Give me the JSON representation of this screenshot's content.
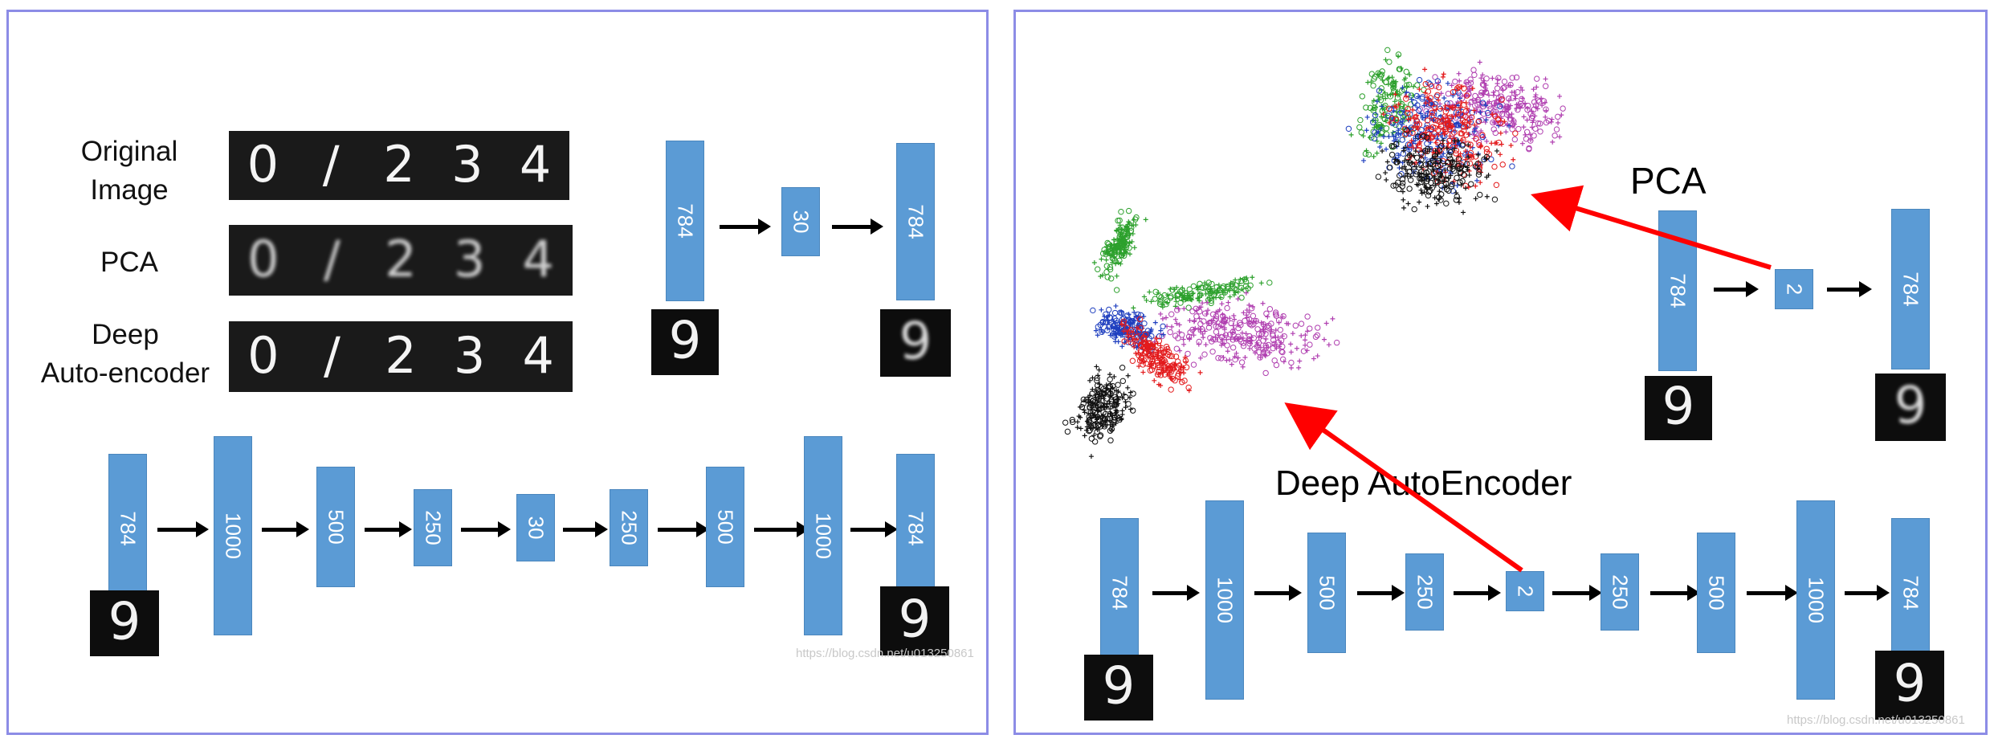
{
  "left_panel": {
    "row_labels": {
      "original": "Original\nImage",
      "pca": "PCA",
      "deep": "Deep\nAuto-encoder"
    },
    "digit_strips": {
      "original": [
        "0",
        "/",
        "2",
        "3",
        "4"
      ],
      "pca": [
        "0",
        "/",
        "2",
        "3",
        "4"
      ],
      "deep": [
        "0",
        "/",
        "2",
        "3",
        "4"
      ]
    },
    "pca_net": {
      "layers": [
        "784",
        "30",
        "784"
      ],
      "input_digit": "9",
      "output_digit": "9"
    },
    "deep_net": {
      "layers": [
        "784",
        "1000",
        "500",
        "250",
        "30",
        "250",
        "500",
        "1000",
        "784"
      ],
      "input_digit": "9",
      "output_digit": "9"
    },
    "watermark": "https://blog.csdn.net/u013250861"
  },
  "right_panel": {
    "pca_label": "PCA",
    "deep_label": "Deep AutoEncoder",
    "pca_net": {
      "layers": [
        "784",
        "2",
        "784"
      ],
      "input_digit": "9",
      "output_digit": "9"
    },
    "deep_net": {
      "layers": [
        "784",
        "1000",
        "500",
        "250",
        "2",
        "250",
        "500",
        "1000",
        "784"
      ],
      "input_digit": "9",
      "output_digit": "9"
    },
    "watermark": "https://blog.csdn.net/u013250861",
    "scatter_colors": [
      "#2ca02c",
      "#1f3fbf",
      "#e31a1c",
      "#111111",
      "#b03fb0"
    ]
  },
  "colors": {
    "layer_fill": "#5b9bd5",
    "panel_border": "#8c8ce6",
    "pointer_arrow": "#ff0000"
  }
}
